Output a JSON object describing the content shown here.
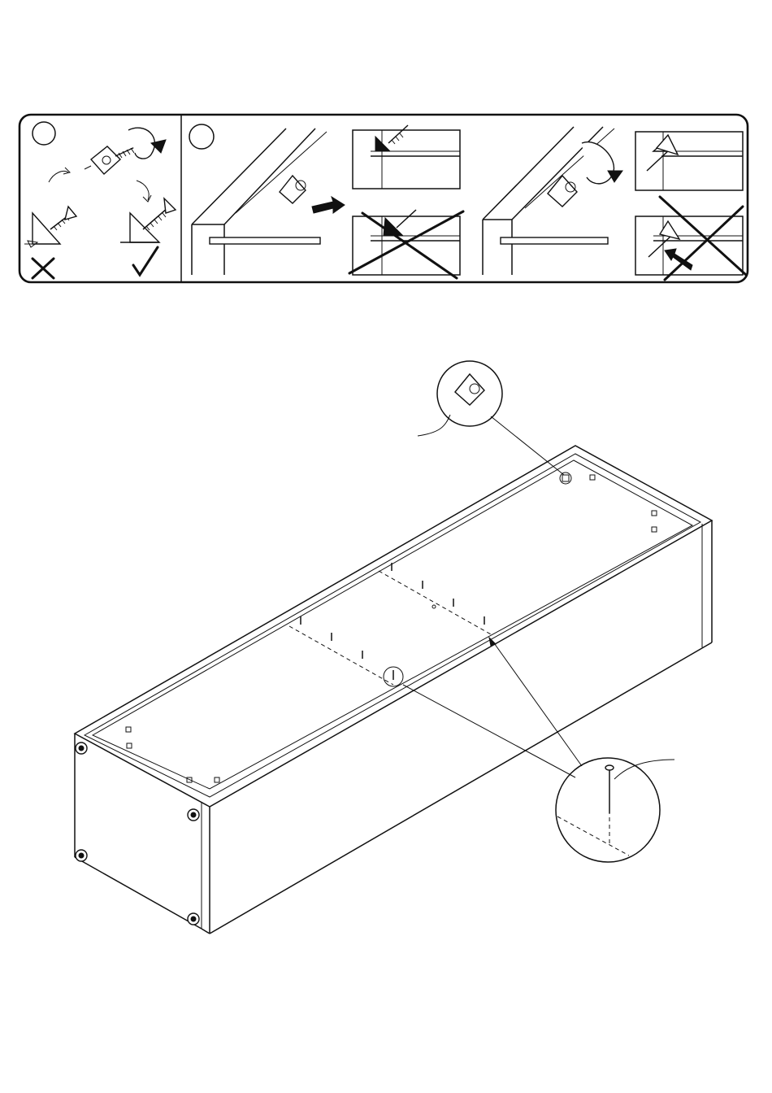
{
  "instruction_panel": {
    "step_labels": [
      "",
      ""
    ],
    "left_section": {
      "wrong_mark": "cross",
      "right_mark": "check"
    },
    "right_section": {
      "wrong_mark": "cross",
      "arrow": "push-arrow"
    }
  },
  "icons": [
    "rotate-arrow-icon",
    "screw-icon",
    "corner-bracket-icon",
    "nail-icon",
    "cross-icon",
    "check-icon"
  ],
  "colors": {
    "line": "#111111",
    "background": "#ffffff"
  }
}
